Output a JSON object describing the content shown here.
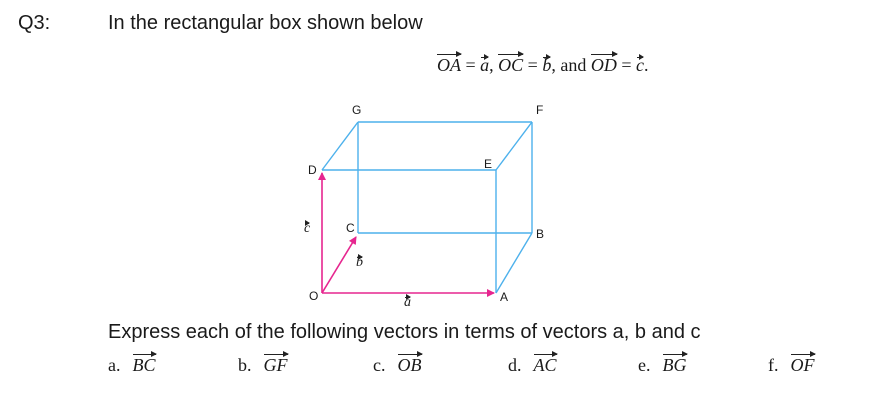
{
  "question": {
    "number": "Q3:",
    "text": "In the rectangular box shown below"
  },
  "definitions": {
    "oa": "OA",
    "eq": "=",
    "a": "a",
    "comma1": ",",
    "oc": "OC",
    "b": "b",
    "and_text": ", and",
    "od": "OD",
    "c": "c",
    "period": "."
  },
  "diagram": {
    "colors": {
      "box_edges": "#4db1ec",
      "vector_arrows": "#e6268f"
    },
    "vertex_labels": {
      "O": "O",
      "A": "A",
      "B": "B",
      "C": "C",
      "D": "D",
      "E": "E",
      "F": "F",
      "G": "G"
    },
    "vector_labels": {
      "a": "a",
      "b": "b",
      "c": "c"
    }
  },
  "instruction": "Express each of the following vectors in terms of vectors a, b and c",
  "items": [
    {
      "letter": "a.",
      "vector": "BC"
    },
    {
      "letter": "b.",
      "vector": "GF"
    },
    {
      "letter": "c.",
      "vector": "OB"
    },
    {
      "letter": "d.",
      "vector": "AC"
    },
    {
      "letter": "e.",
      "vector": "BG"
    },
    {
      "letter": "f.",
      "vector": "OF"
    }
  ]
}
